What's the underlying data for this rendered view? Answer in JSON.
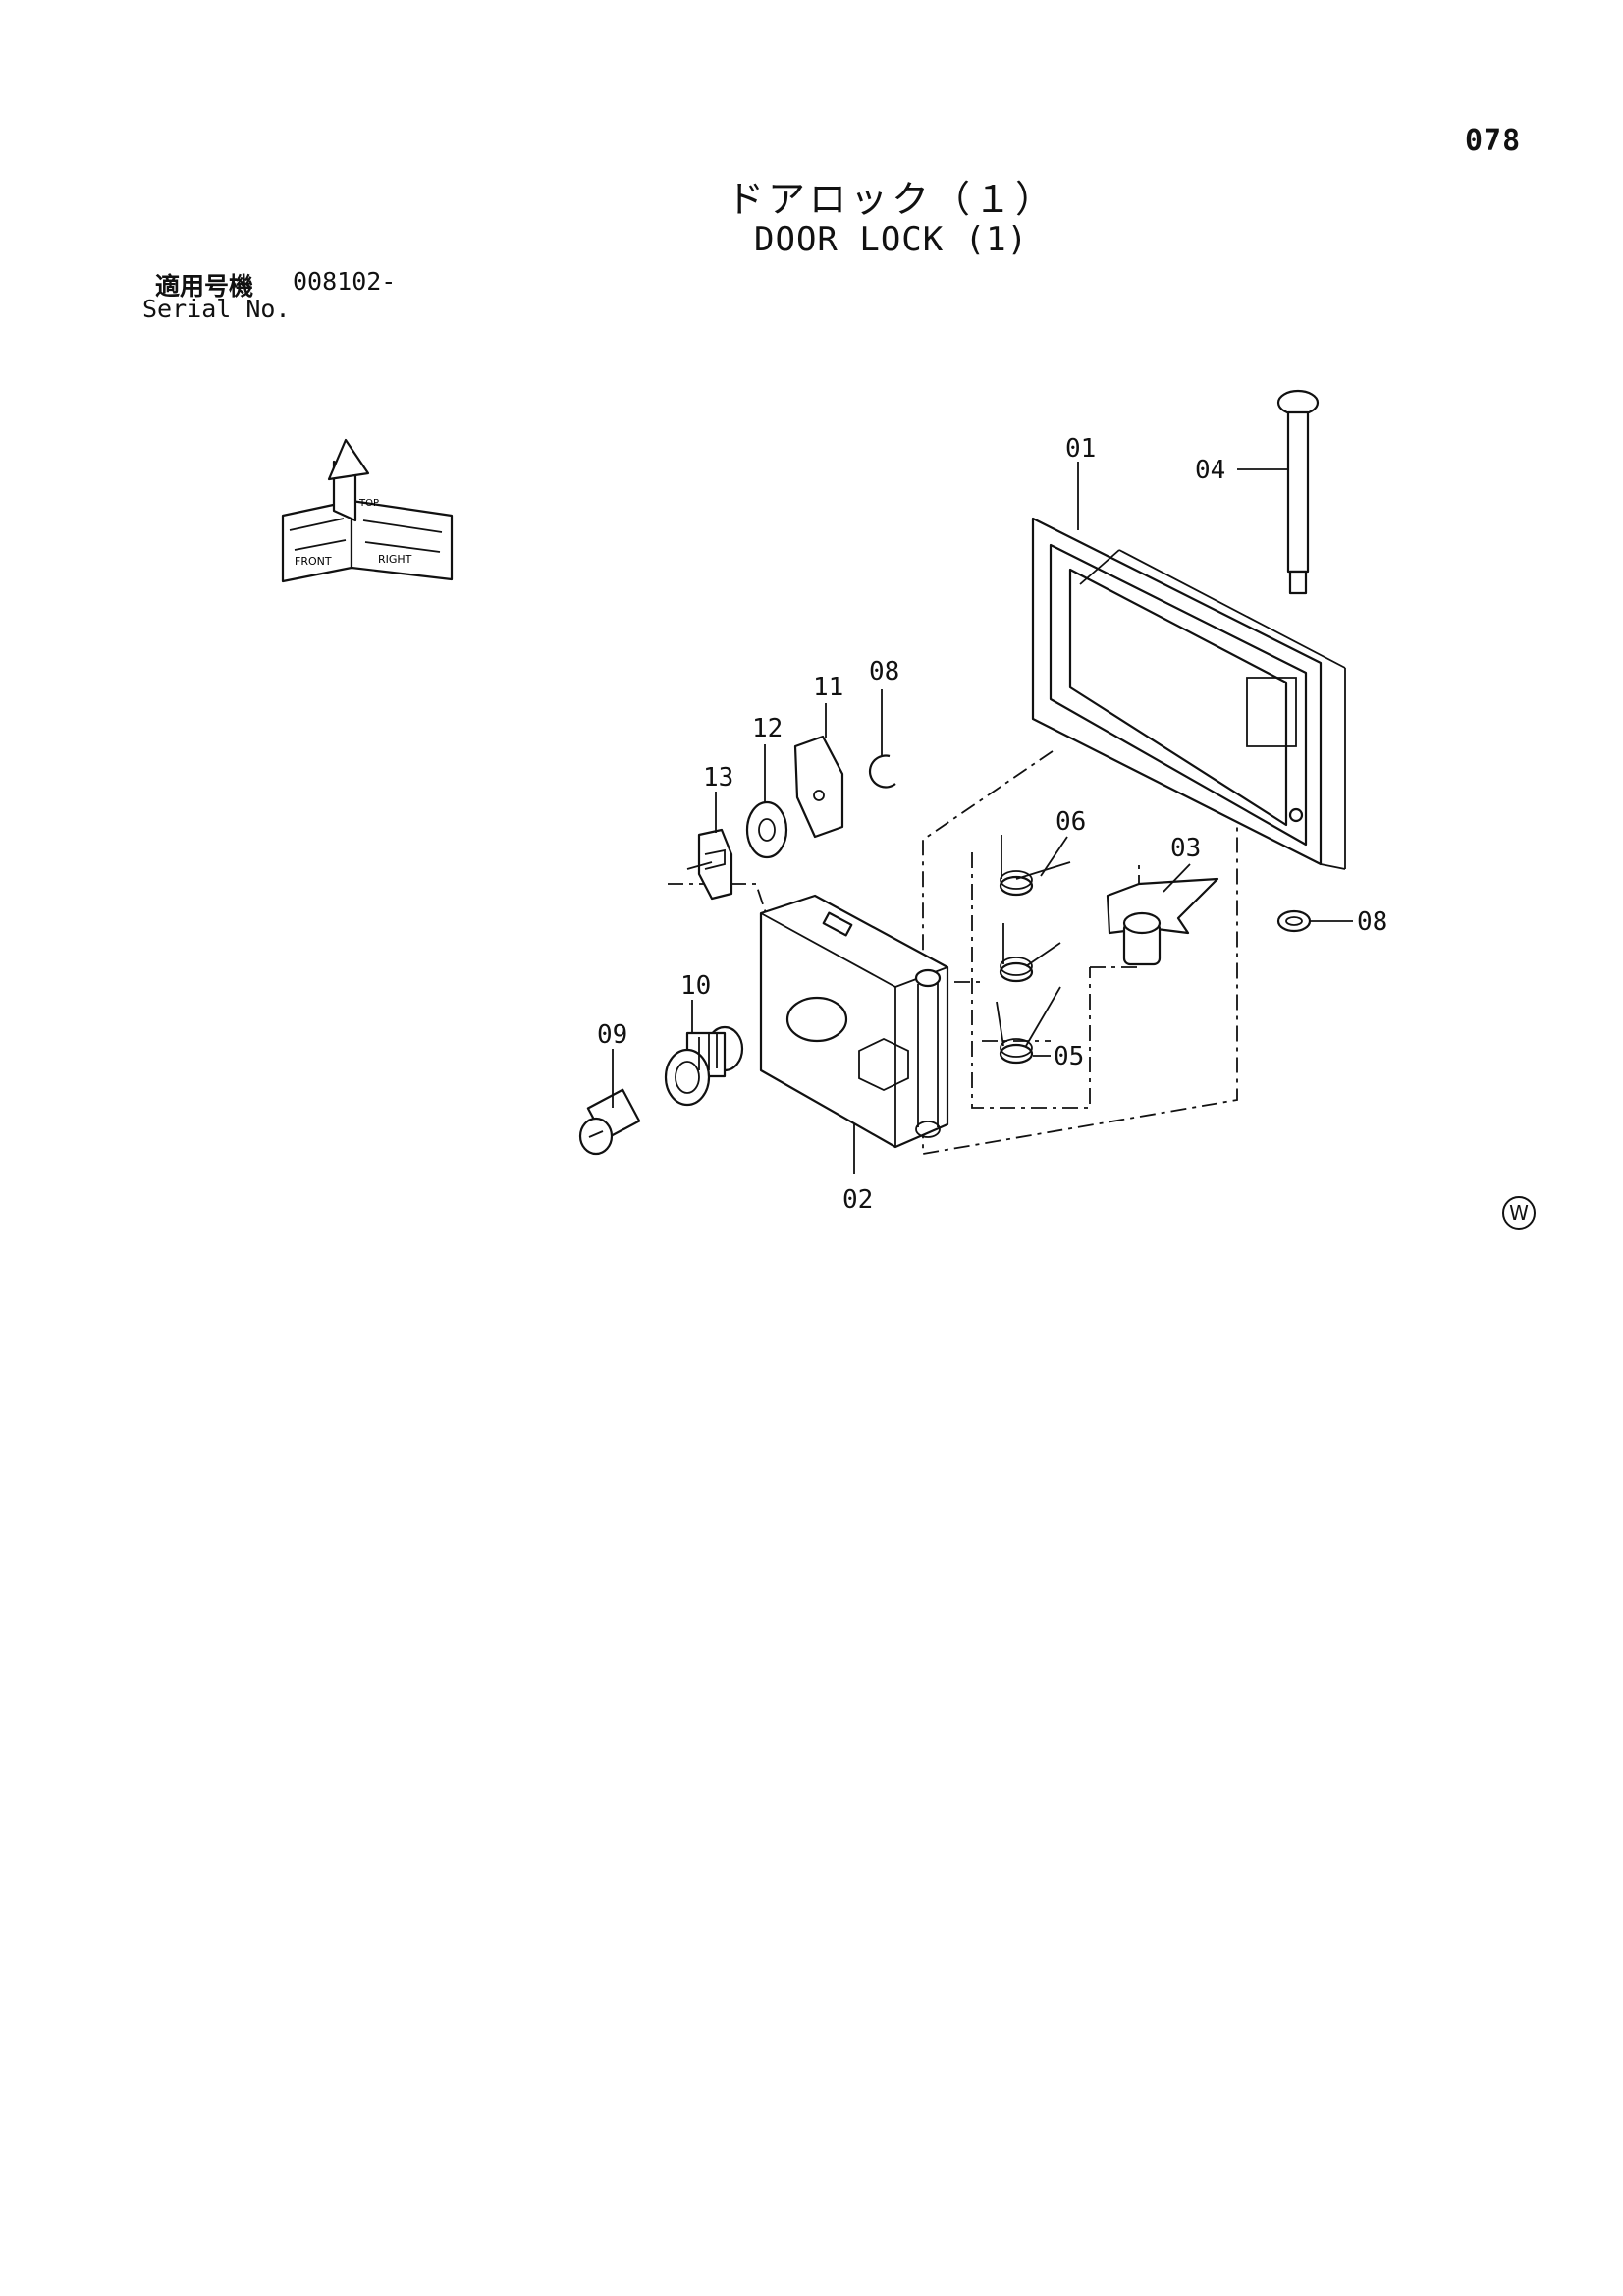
{
  "page": {
    "number": "078",
    "title_ja": "ドアロック（１）",
    "title_en": "DOOR LOCK (1)"
  },
  "serial": {
    "label_ja": "適用号機",
    "value": "008102-",
    "label_en": "Serial No."
  },
  "orientation_icon": {
    "top": "TOP",
    "front": "FRONT",
    "right": "RIGHT"
  },
  "callouts": {
    "c01": "01",
    "c02": "02",
    "c03": "03",
    "c04": "04",
    "c05": "05",
    "c06": "06",
    "c08a": "08",
    "c08b": "08",
    "c09": "09",
    "c10": "10",
    "c11": "11",
    "c12": "12",
    "c13": "13"
  },
  "stamp": "W"
}
